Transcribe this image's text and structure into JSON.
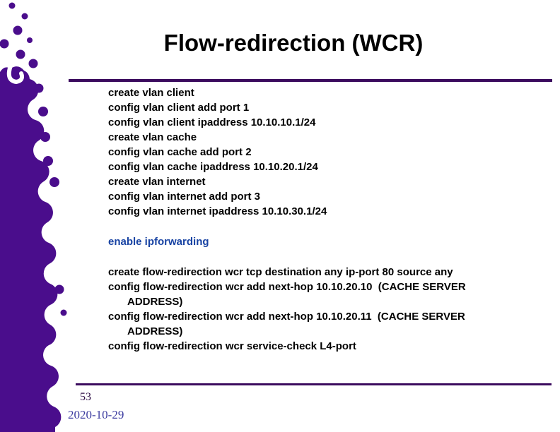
{
  "slide": {
    "title": "Flow-redirection (WCR)",
    "page_number": "53",
    "date": "2020-10-29"
  },
  "body": {
    "lines": [
      {
        "text": "create vlan client"
      },
      {
        "text": "config vlan client add port 1"
      },
      {
        "text": "config vlan client ipaddress 10.10.10.1/24"
      },
      {
        "text": "create vlan cache"
      },
      {
        "text": "config vlan cache add port 2"
      },
      {
        "text": "config vlan cache ipaddress 10.10.20.1/24"
      },
      {
        "text": "create vlan internet"
      },
      {
        "text": "config vlan internet add port 3"
      },
      {
        "text": "config vlan internet ipaddress 10.10.30.1/24"
      },
      {
        "text": "enable ipforwarding"
      },
      {
        "text": "create flow-redirection wcr tcp destination any ip-port 80 source any"
      },
      {
        "text": "config flow-redirection wcr add next-hop 10.10.20.10  (CACHE SERVER"
      },
      {
        "text": "ADDRESS)"
      },
      {
        "text": "config flow-redirection wcr add next-hop 10.10.20.11  (CACHE SERVER"
      },
      {
        "text": "ADDRESS)"
      },
      {
        "text": "config flow-redirection wcr service-check L4-port"
      }
    ]
  },
  "colors": {
    "decoration_purple": "#4A0D8C",
    "divider_purple": "#3B0B5E",
    "body_text": "#000000",
    "highlight_blue": "#1843A3",
    "page_number_color": "#2E0E45",
    "date_blue": "#3C3CA0"
  }
}
